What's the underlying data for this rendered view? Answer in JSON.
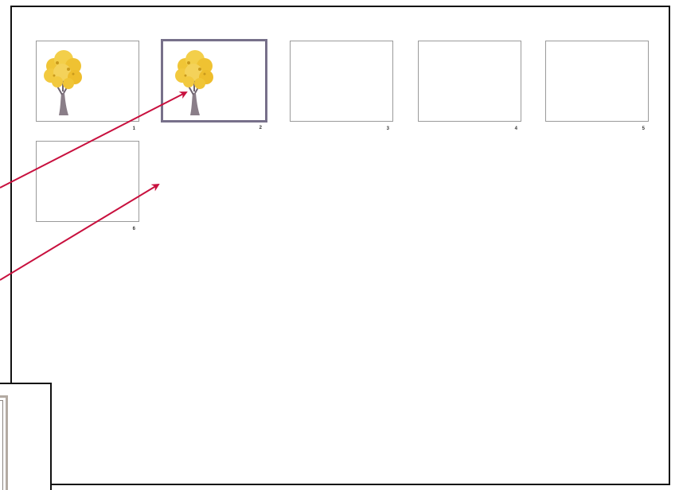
{
  "thumbnails": [
    {
      "number": "1",
      "has_image": true,
      "image": "tree-icon",
      "selected": false
    },
    {
      "number": "2",
      "has_image": true,
      "image": "tree-icon",
      "selected": true
    },
    {
      "number": "3",
      "has_image": false,
      "selected": false
    },
    {
      "number": "4",
      "has_image": false,
      "selected": false
    },
    {
      "number": "5",
      "has_image": false,
      "selected": false
    },
    {
      "number": "6",
      "has_image": false,
      "selected": false
    }
  ],
  "colors": {
    "selection_border": "#77708a",
    "callout_arrow": "#c8103e",
    "frame_border": "#111111",
    "thumb_border": "#9a9a9a",
    "foliage": "#f0c536",
    "trunk": "#8a7e88"
  }
}
